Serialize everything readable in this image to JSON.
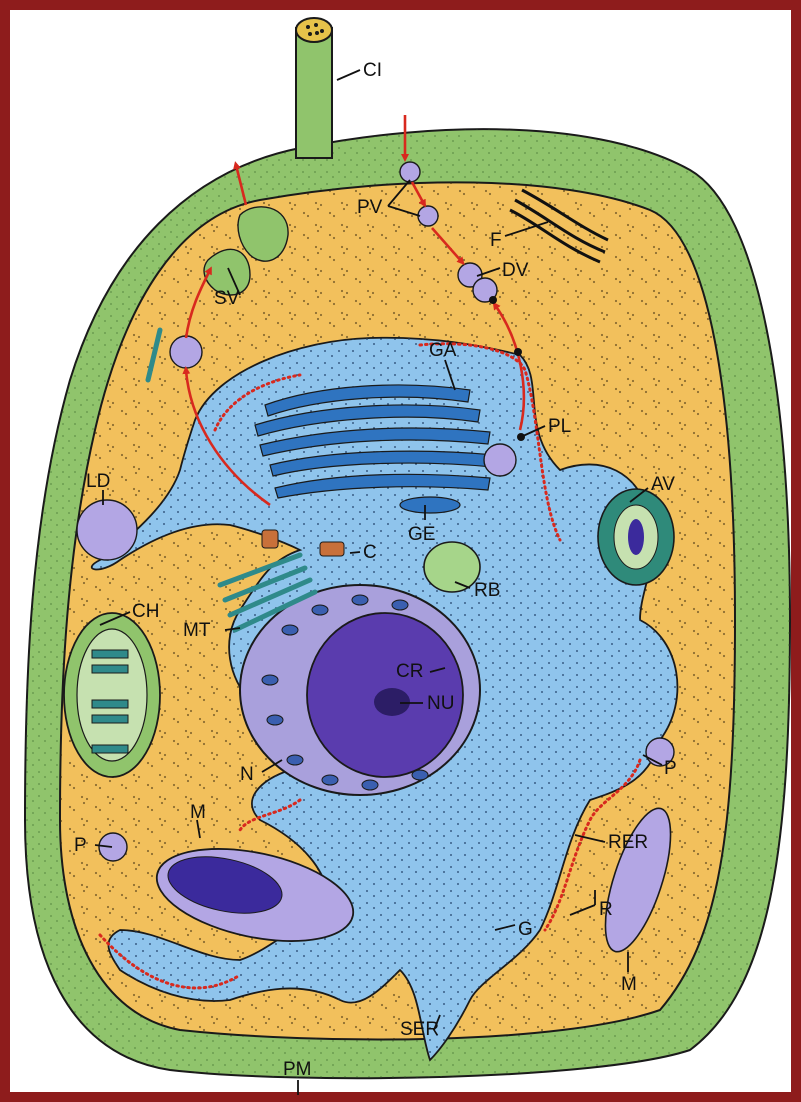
{
  "diagram": {
    "colors": {
      "frame": "#8e1c1c",
      "cell_wall": "#90c46c",
      "cytoplasm": "#f2c05c",
      "endomembrane": "#8fc4ec",
      "nucleus_envelope": "#a9a0dc",
      "chromatin": "#5a3cae",
      "vesicle": "#b3a6e4",
      "ribosome_dots": "#d8291e",
      "transport_arrow": "#d8291e"
    },
    "labels": {
      "CI": "CI",
      "PV": "PV",
      "F": "F",
      "DV": "DV",
      "SV": "SV",
      "GA": "GA",
      "PL": "PL",
      "AV": "AV",
      "LD": "LD",
      "GE": "GE",
      "C": "C",
      "RB": "RB",
      "CH": "CH",
      "MT": "MT",
      "CR": "CR",
      "NU": "NU",
      "N": "N",
      "P_right": "P",
      "M_left": "M",
      "RER": "RER",
      "P_left": "P",
      "R": "R",
      "G": "G",
      "M_right": "M",
      "SER": "SER",
      "PM": "PM"
    }
  }
}
